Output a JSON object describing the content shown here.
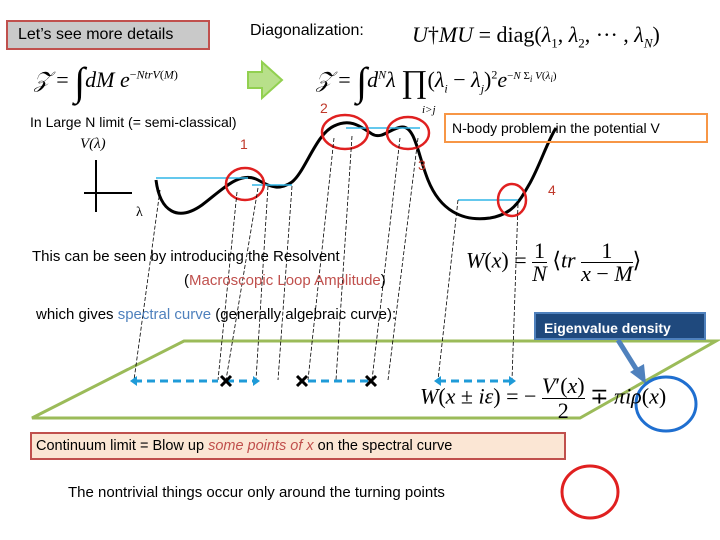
{
  "slide": {
    "title_button": "Let’s see more details",
    "diagonalization_label": "Diagonalization:",
    "large_n_note": "In Large N limit (= semi-classical)",
    "potential_axis_label": "V(λ)",
    "lambda_axis_label": "λ",
    "nbody_note": "N-body problem in the potential V",
    "markers": [
      "1",
      "2",
      "3",
      "4"
    ],
    "resolvent_line1": "This can be seen by introducing the Resolvent",
    "resolvent_open": "(",
    "resolvent_term": "Macroscopic Loop Amplitude",
    "resolvent_close": ")",
    "spectral_pre": "which gives ",
    "spectral_term": "spectral curve",
    "spectral_post": " (generally algebraic curve):",
    "eigenvalue_density_label": "Eigenvalue density",
    "continuum_pre": "Continuum limit = Blow up ",
    "continuum_term": "some points of x",
    "continuum_post": " on the spectral curve",
    "nontrivial_note": "The nontrivial things occur only around the turning points"
  },
  "equations": {
    "diag": "U†MU = diag(λ1, λ2, ··· , λN)",
    "partition_left_z": "Z =",
    "partition_left_body": "∫ dM e−NtrV(M)",
    "partition_right_z": "Z =",
    "partition_right_body": "∫ dNλ ∏ (λi − λj)² e−N Σi V(λi)",
    "product_sub": "i>j",
    "resolvent": "W(x) = (1/N)⟨tr 1/(x − M)⟩",
    "spectral": "W(x ± iε) = −V′(x)/2 ∓ πiρ(x)"
  },
  "colors": {
    "accent_red": "#c0504d",
    "accent_orange": "#f79646",
    "accent_blue": "#4f81bd",
    "box_navy": "#1f497d",
    "plane_green": "#9bbb59",
    "cut_blue": "#1f9bd8",
    "arrow_green": "#92d050"
  },
  "icons": {
    "arrow": "right-arrow-icon",
    "cross": "cross-icon",
    "circle": "circle-icon"
  }
}
